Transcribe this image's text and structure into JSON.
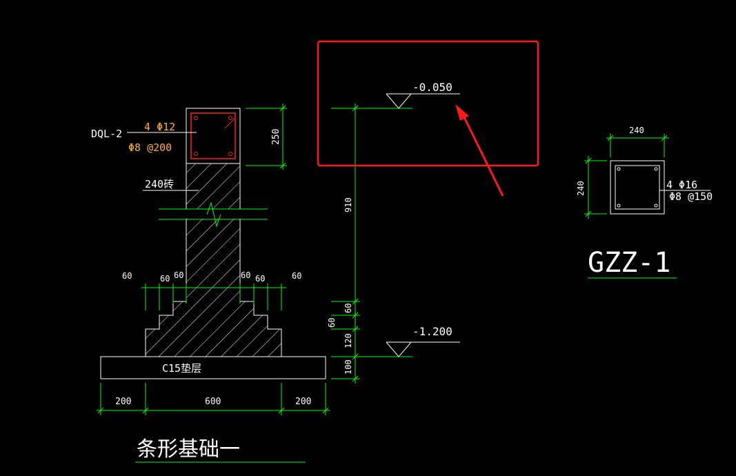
{
  "beam": {
    "label": "DQL-2",
    "rebar_main": "4 Φ12",
    "rebar_stirrup": "Φ8 @200",
    "height_dim": "250"
  },
  "wall": {
    "label": "240砖"
  },
  "foundation": {
    "cushion_label": "C15垫层",
    "title": "条形基础一",
    "step_dims_left": [
      "60",
      "60",
      "60"
    ],
    "step_dims_right": [
      "60",
      "60",
      "60"
    ],
    "bottom_dims": [
      "200",
      "600",
      "200"
    ]
  },
  "elevations": {
    "top": "-0.050",
    "bottom": "-1.200",
    "vertical_dims": [
      "910",
      "60",
      "60",
      "120",
      "100"
    ]
  },
  "column": {
    "title": "GZZ-1",
    "width_dim": "240",
    "height_dim": "240",
    "rebar_main": "4 Φ16",
    "rebar_stirrup": "Φ8 @150"
  },
  "colors": {
    "background": "#000000",
    "linework": "#ffffff",
    "dimension": "#00ff00",
    "rebar_text": "#ffb030",
    "rebar": "#ff2020",
    "highlight": "#ff1a1a"
  }
}
